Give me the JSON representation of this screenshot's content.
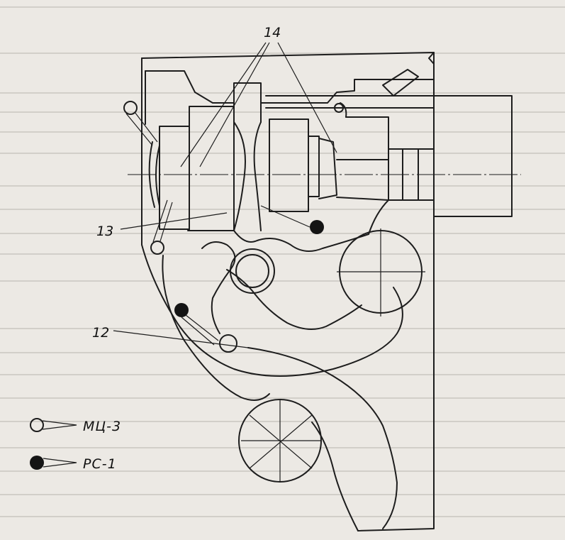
{
  "callouts": {
    "c14": "14",
    "c13": "13",
    "c12": "12"
  },
  "legend": [
    {
      "label": "МЦ-3",
      "marker": "open"
    },
    {
      "label": "РС-1",
      "marker": "filled"
    }
  ],
  "colors": {
    "paper": "#ece9e4",
    "ink": "#1d1d1d",
    "printed_text_lines": "#b9b5ae"
  }
}
